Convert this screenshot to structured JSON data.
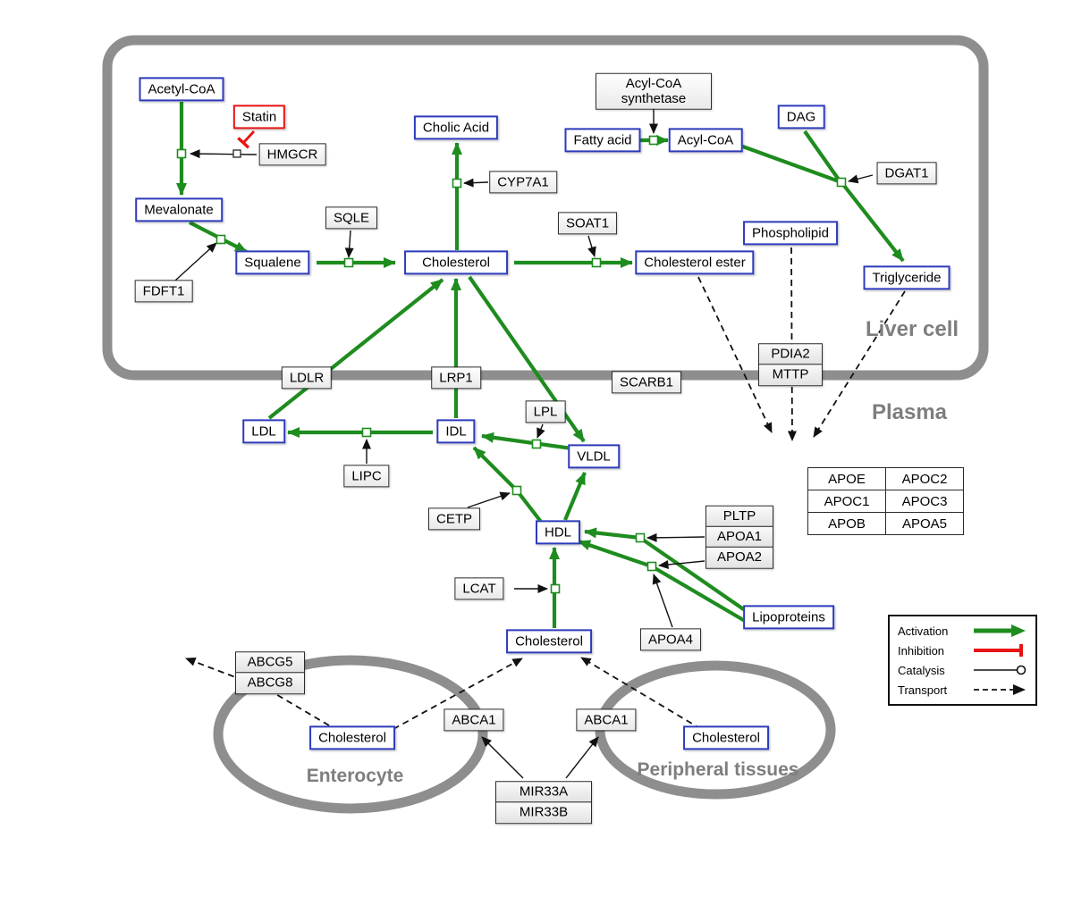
{
  "colors": {
    "metabolite_border": "#2d3bbb",
    "gene_border": "#2b2b2b",
    "inhibition_red": "#e81313",
    "activation_green": "#1e8c1e",
    "membrane_gray": "#8e8e8e",
    "region_label_gray": "#7e7e7e"
  },
  "regions": {
    "liver": "Liver cell",
    "plasma": "Plasma",
    "enterocyte": "Enterocyte",
    "peripheral": "Peripheral tissues"
  },
  "nodes": {
    "acetyl_coa": "Acetyl-CoA",
    "statin": "Statin",
    "hmgcr": "HMGCR",
    "mevalonate": "Mevalonate",
    "fdft1": "FDFT1",
    "squalene": "Squalene",
    "sqle": "SQLE",
    "cholic_acid": "Cholic Acid",
    "cyp7a1": "CYP7A1",
    "cholesterol_liver": "Cholesterol",
    "soat1": "SOAT1",
    "cholesterol_ester": "Cholesterol ester",
    "acyl_coa_synthetase": "Acyl-CoA synthetase",
    "fatty_acid": "Fatty acid",
    "acyl_coa": "Acyl-CoA",
    "dag": "DAG",
    "dgat1": "DGAT1",
    "phospholipid": "Phospholipid",
    "triglyceride": "Triglyceride",
    "pdia2": "PDIA2",
    "mttp": "MTTP",
    "ldlr": "LDLR",
    "lrp1": "LRP1",
    "scarb1": "SCARB1",
    "ldl": "LDL",
    "idl": "IDL",
    "lpl": "LPL",
    "vldl": "VLDL",
    "lipc": "LIPC",
    "cetp": "CETP",
    "hdl": "HDL",
    "lcat": "LCAT",
    "pltp": "PLTP",
    "apoa1": "APOA1",
    "apoa2": "APOA2",
    "apoa4": "APOA4",
    "lipoproteins": "Lipoproteins",
    "apo_table": [
      [
        "APOE",
        "APOC2"
      ],
      [
        "APOC1",
        "APOC3"
      ],
      [
        "APOB",
        "APOA5"
      ]
    ],
    "cholesterol_plasma": "Cholesterol",
    "abcg5": "ABCG5",
    "abcg8": "ABCG8",
    "abca1_enterocyte": "ABCA1",
    "abca1_peripheral": "ABCA1",
    "cholesterol_enterocyte": "Cholesterol",
    "cholesterol_peripheral": "Cholesterol",
    "mir33a": "MIR33A",
    "mir33b": "MIR33B"
  },
  "legend": {
    "activation": "Activation",
    "inhibition": "Inhibition",
    "catalysis": "Catalysis",
    "transport": "Transport"
  }
}
